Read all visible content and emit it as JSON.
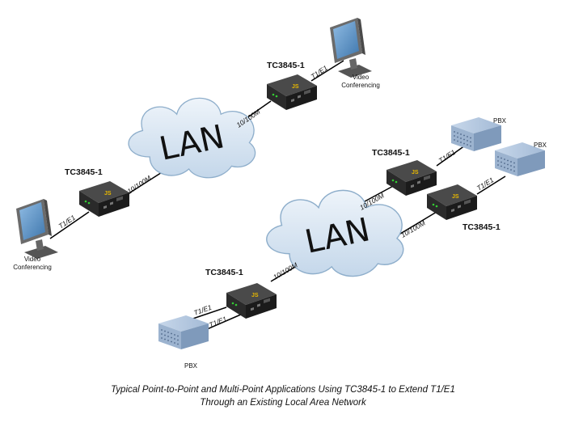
{
  "diagram": {
    "left": {
      "device_top": "TC3845-1",
      "device_bottom": "TC3845-1",
      "endpoint_top_line1": "Video",
      "endpoint_top_line2": "Conferencing",
      "endpoint_bottom_line1": "Video",
      "endpoint_bottom_line2": "Conferencing",
      "link_top_lan": "10/100M",
      "link_top_t1": "T1/E1",
      "link_bottom_lan": "10/100M",
      "link_bottom_t1": "T1/E1",
      "lan": "LAN"
    },
    "right": {
      "device_upper": "TC3845-1",
      "device_middle": "TC3845-1",
      "device_lower": "TC3845-1",
      "pbx_1": "PBX",
      "pbx_2": "PBX",
      "pbx_3": "PBX",
      "link_upper_lan": "10/100M",
      "link_upper_t1": "T1/E1",
      "link_middle_lan": "10/100M",
      "link_middle_t1": "T1/E1",
      "link_lower_lan": "10/100M",
      "link_lower_t1a": "T1/E1",
      "link_lower_t1b": "T1/E1",
      "lan": "LAN"
    },
    "device_badge": "JS"
  },
  "caption": {
    "line1": "Typical Point-to-Point and Multi-Point Applications Using TC3845-1 to Extend T1/E1",
    "line2": "Through an Existing Local Area Network"
  },
  "colors": {
    "cloud_fill": "#d8e6f2",
    "cloud_stroke": "#8eaecb",
    "device_dark": "#2e2e2e",
    "device_badge": "#e8b800",
    "pbx_fill": "#a9bfd8",
    "monitor_screen": "#5d94c8"
  }
}
